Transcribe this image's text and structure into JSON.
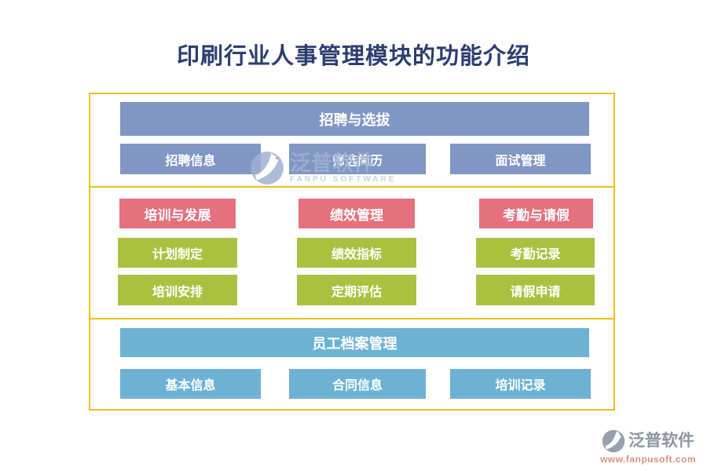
{
  "title": "印刷行业人事管理模块的功能介绍",
  "diagram": {
    "top_section": {
      "header": "招聘与选拔",
      "items": [
        "招聘信息",
        "筛选简历",
        "面试管理"
      ]
    },
    "middle_section": {
      "columns": [
        {
          "header": "培训与发展",
          "items": [
            "计划制定",
            "培训安排"
          ]
        },
        {
          "header": "绩效管理",
          "items": [
            "绩效指标",
            "定期评估"
          ]
        },
        {
          "header": "考勤与请假",
          "items": [
            "考勤记录",
            "请假申请"
          ]
        }
      ]
    },
    "bottom_section": {
      "header": "员工档案管理",
      "items": [
        "基本信息",
        "合同信息",
        "培训记录"
      ]
    }
  },
  "watermark_center": {
    "brand": "泛普软件",
    "subtitle": "FANPU SOFTWARE"
  },
  "watermark_corner": {
    "brand": "泛普软件",
    "url": "www.fanpusoft.com"
  },
  "colors": {
    "title_navy": "#2C3E70",
    "frame_gold": "#F1BE16",
    "recruitment_blue_gray": "#8096C4",
    "column_header_pink": "#E5707E",
    "column_item_green": "#A8C240",
    "archive_light_blue": "#6DB2D5",
    "watermark_gray": "#8D95A4",
    "watermark_blue": "#9FB2D3",
    "watermark_url_salmon": "#DB8F7D"
  }
}
